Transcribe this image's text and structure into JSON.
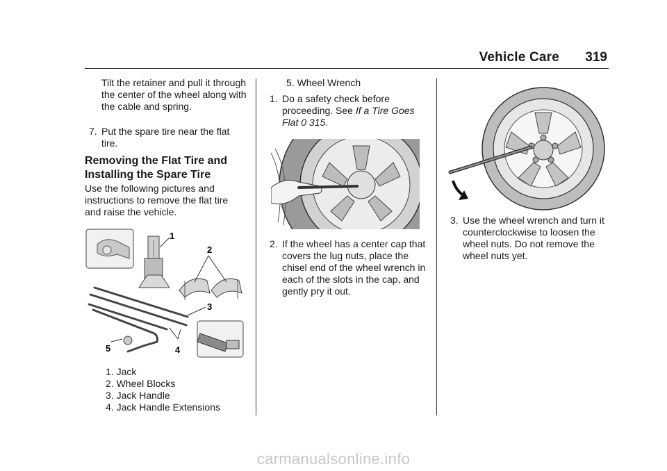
{
  "header": {
    "title": "Vehicle Care",
    "page_number": "319"
  },
  "col1": {
    "para_retainer": "Tilt the retainer and pull it through the center of the wheel along with the cable and spring.",
    "step7_num": "7.",
    "step7_text": "Put the spare tire near the flat tire.",
    "heading_line1": "Removing the Flat Tire and",
    "heading_line2": "Installing the Spare Tire",
    "intro": "Use the following pictures and instructions to remove the flat tire and raise the vehicle.",
    "callouts": [
      "1",
      "2",
      "3",
      "4",
      "5"
    ],
    "legend": [
      "1.  Jack",
      "2.  Wheel Blocks",
      "3.  Jack Handle",
      "4.  Jack Handle Extensions"
    ]
  },
  "col2": {
    "legend5": "5.  Wheel Wrench",
    "step1_num": "1.",
    "step1_text": "Do a safety check before proceeding. See",
    "step1_link": "If a Tire Goes Flat",
    "step1_ref_icon": "0",
    "step1_page": "315",
    "step1_end": ".",
    "step2_num": "2.",
    "step2_text": "If the wheel has a center cap that covers the lug nuts, place the chisel end of the wheel wrench in each of the slots in the cap, and gently pry it out."
  },
  "col3": {
    "step3_num": "3.",
    "step3_text": "Use the wheel wrench and turn it counterclockwise to loosen the wheel nuts. Do not remove the wheel nuts yet."
  },
  "watermark": "carmanualsonline.info"
}
